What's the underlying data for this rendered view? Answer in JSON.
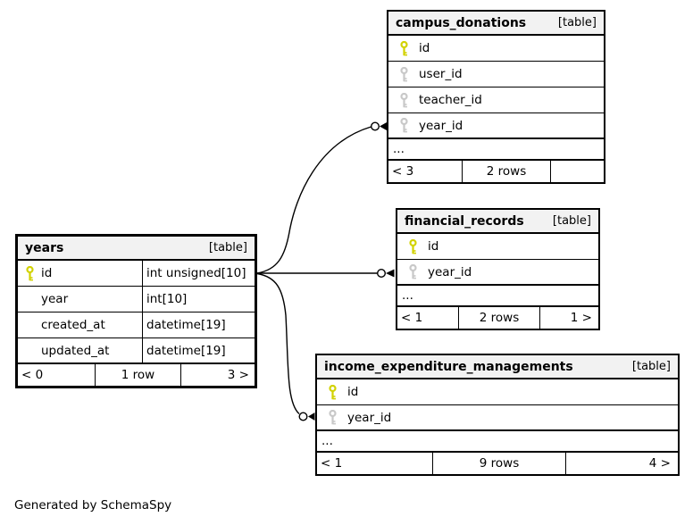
{
  "diagram": {
    "generator_note": "Generated by SchemaSpy",
    "colors": {
      "primary_key": "#d2d200",
      "foreign_key": "#c8c8c8",
      "header_bg": "#f2f2f2",
      "border": "#000000",
      "background": "#ffffff"
    },
    "icons": {
      "primary_key": "key-icon-yellow",
      "foreign_key": "key-icon-gray"
    },
    "tables": [
      {
        "id": "years",
        "name": "years",
        "type_label": "[table]",
        "emphasized": true,
        "columns": [
          {
            "name": "id",
            "type": "int unsigned[10]",
            "key": "primary"
          },
          {
            "name": "year",
            "type": "int[10]",
            "key": "none"
          },
          {
            "name": "created_at",
            "type": "datetime[19]",
            "key": "none"
          },
          {
            "name": "updated_at",
            "type": "datetime[19]",
            "key": "none"
          }
        ],
        "footer": {
          "parents": "< 0",
          "rows": "1 row",
          "children": "3 >"
        }
      },
      {
        "id": "campus_donations",
        "name": "campus_donations",
        "type_label": "[table]",
        "emphasized": false,
        "columns": [
          {
            "name": "id",
            "key": "primary"
          },
          {
            "name": "user_id",
            "key": "foreign"
          },
          {
            "name": "teacher_id",
            "key": "foreign"
          },
          {
            "name": "year_id",
            "key": "foreign"
          }
        ],
        "ellipsis": "...",
        "footer": {
          "parents": "< 3",
          "rows": "2 rows",
          "children": ""
        }
      },
      {
        "id": "financial_records",
        "name": "financial_records",
        "type_label": "[table]",
        "emphasized": false,
        "columns": [
          {
            "name": "id",
            "key": "primary"
          },
          {
            "name": "year_id",
            "key": "foreign"
          }
        ],
        "ellipsis": "...",
        "footer": {
          "parents": "< 1",
          "rows": "2 rows",
          "children": "1 >"
        }
      },
      {
        "id": "income_expenditure_managements",
        "name": "income_expenditure_managements",
        "type_label": "[table]",
        "emphasized": false,
        "columns": [
          {
            "name": "id",
            "key": "primary"
          },
          {
            "name": "year_id",
            "key": "foreign"
          }
        ],
        "ellipsis": "...",
        "footer": {
          "parents": "< 1",
          "rows": "9 rows",
          "children": "4 >"
        }
      }
    ],
    "relationships": [
      {
        "from_table": "years",
        "from_column": "id",
        "to_table": "campus_donations",
        "to_column": "year_id"
      },
      {
        "from_table": "years",
        "from_column": "id",
        "to_table": "financial_records",
        "to_column": "year_id"
      },
      {
        "from_table": "years",
        "from_column": "id",
        "to_table": "income_expenditure_managements",
        "to_column": "year_id"
      }
    ]
  }
}
